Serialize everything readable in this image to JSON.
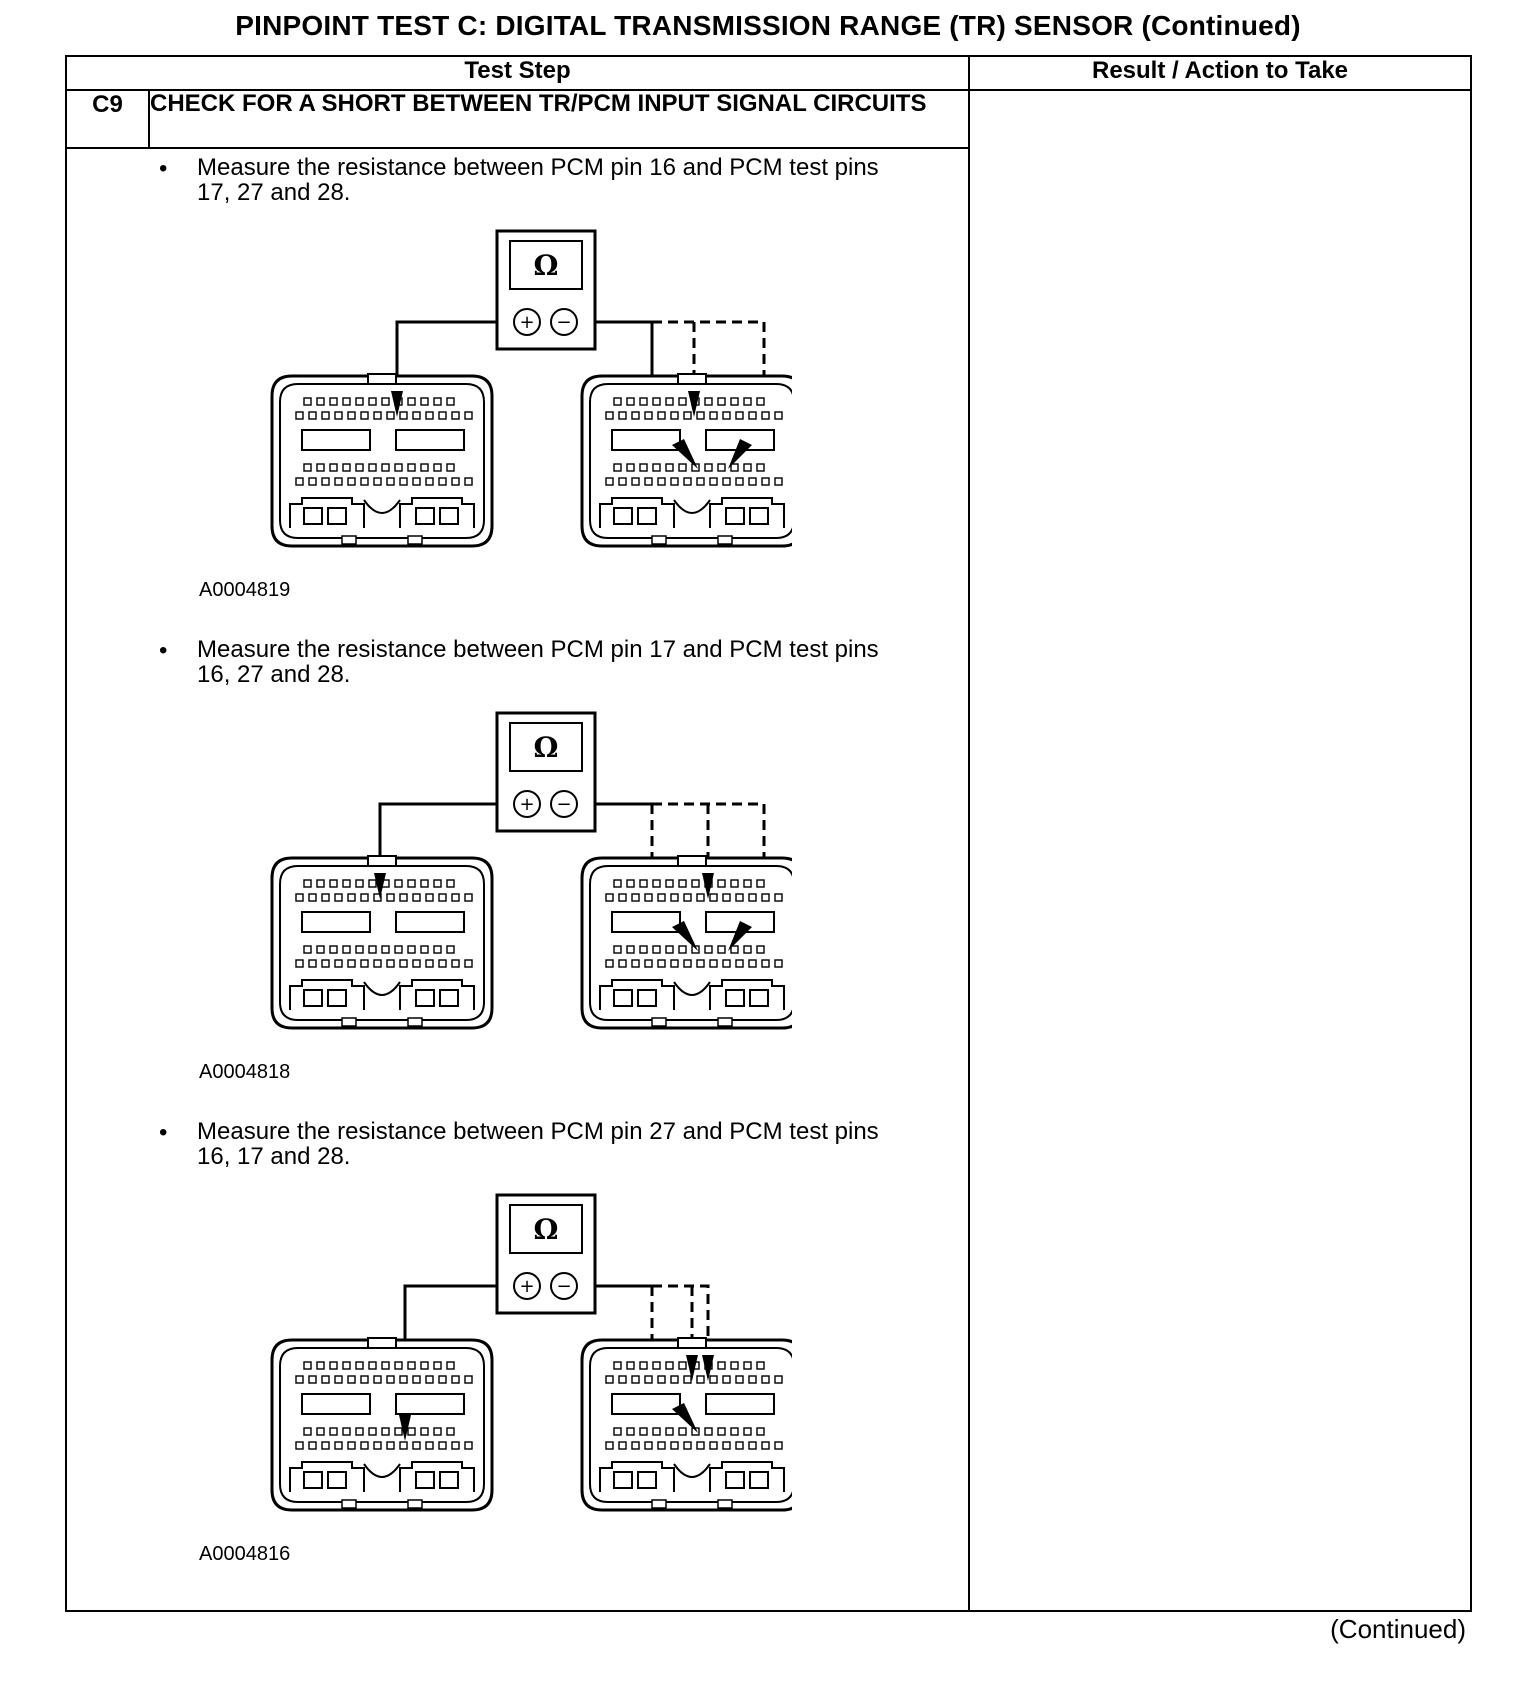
{
  "page_title": "PINPOINT TEST C: DIGITAL TRANSMISSION RANGE (TR) SENSOR (Continued)",
  "table": {
    "headers": [
      "Test Step",
      "Result / Action to Take"
    ],
    "step": {
      "id": "C9",
      "title": "CHECK FOR A SHORT BETWEEN TR/PCM INPUT SIGNAL CIRCUITS",
      "bullets": [
        {
          "text": "Measure the resistance between PCM pin 16 and PCM test pins 17, 27 and 28.",
          "figure_id": "A0004819"
        },
        {
          "text": "Measure the resistance between PCM pin 17 and PCM test pins 16, 27 and 28.",
          "figure_id": "A0004818"
        },
        {
          "text": "Measure the resistance between PCM pin 27 and PCM test pins 16, 17 and 28.",
          "figure_id": "A0004816"
        }
      ]
    }
  },
  "meter_symbol": "Ω",
  "meter_plus": "+",
  "meter_minus": "−",
  "bullet_glyph": "•",
  "footer": "(Continued)"
}
